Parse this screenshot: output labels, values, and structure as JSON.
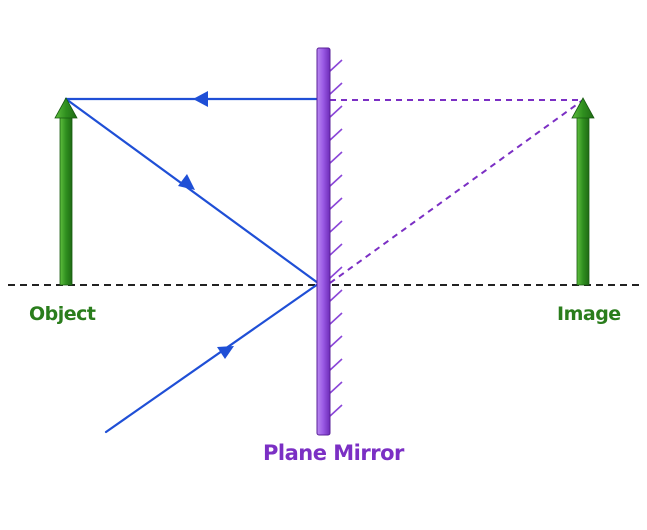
{
  "labels": {
    "object": "Object",
    "image": "Image",
    "mirror": "Plane Mirror"
  },
  "colors": {
    "ray": "#1f4fd6",
    "virtual_ray": "#7b2fc4",
    "arrow": "#2a8a1e",
    "mirror": "#9a55e0",
    "axis": "#222222"
  }
}
